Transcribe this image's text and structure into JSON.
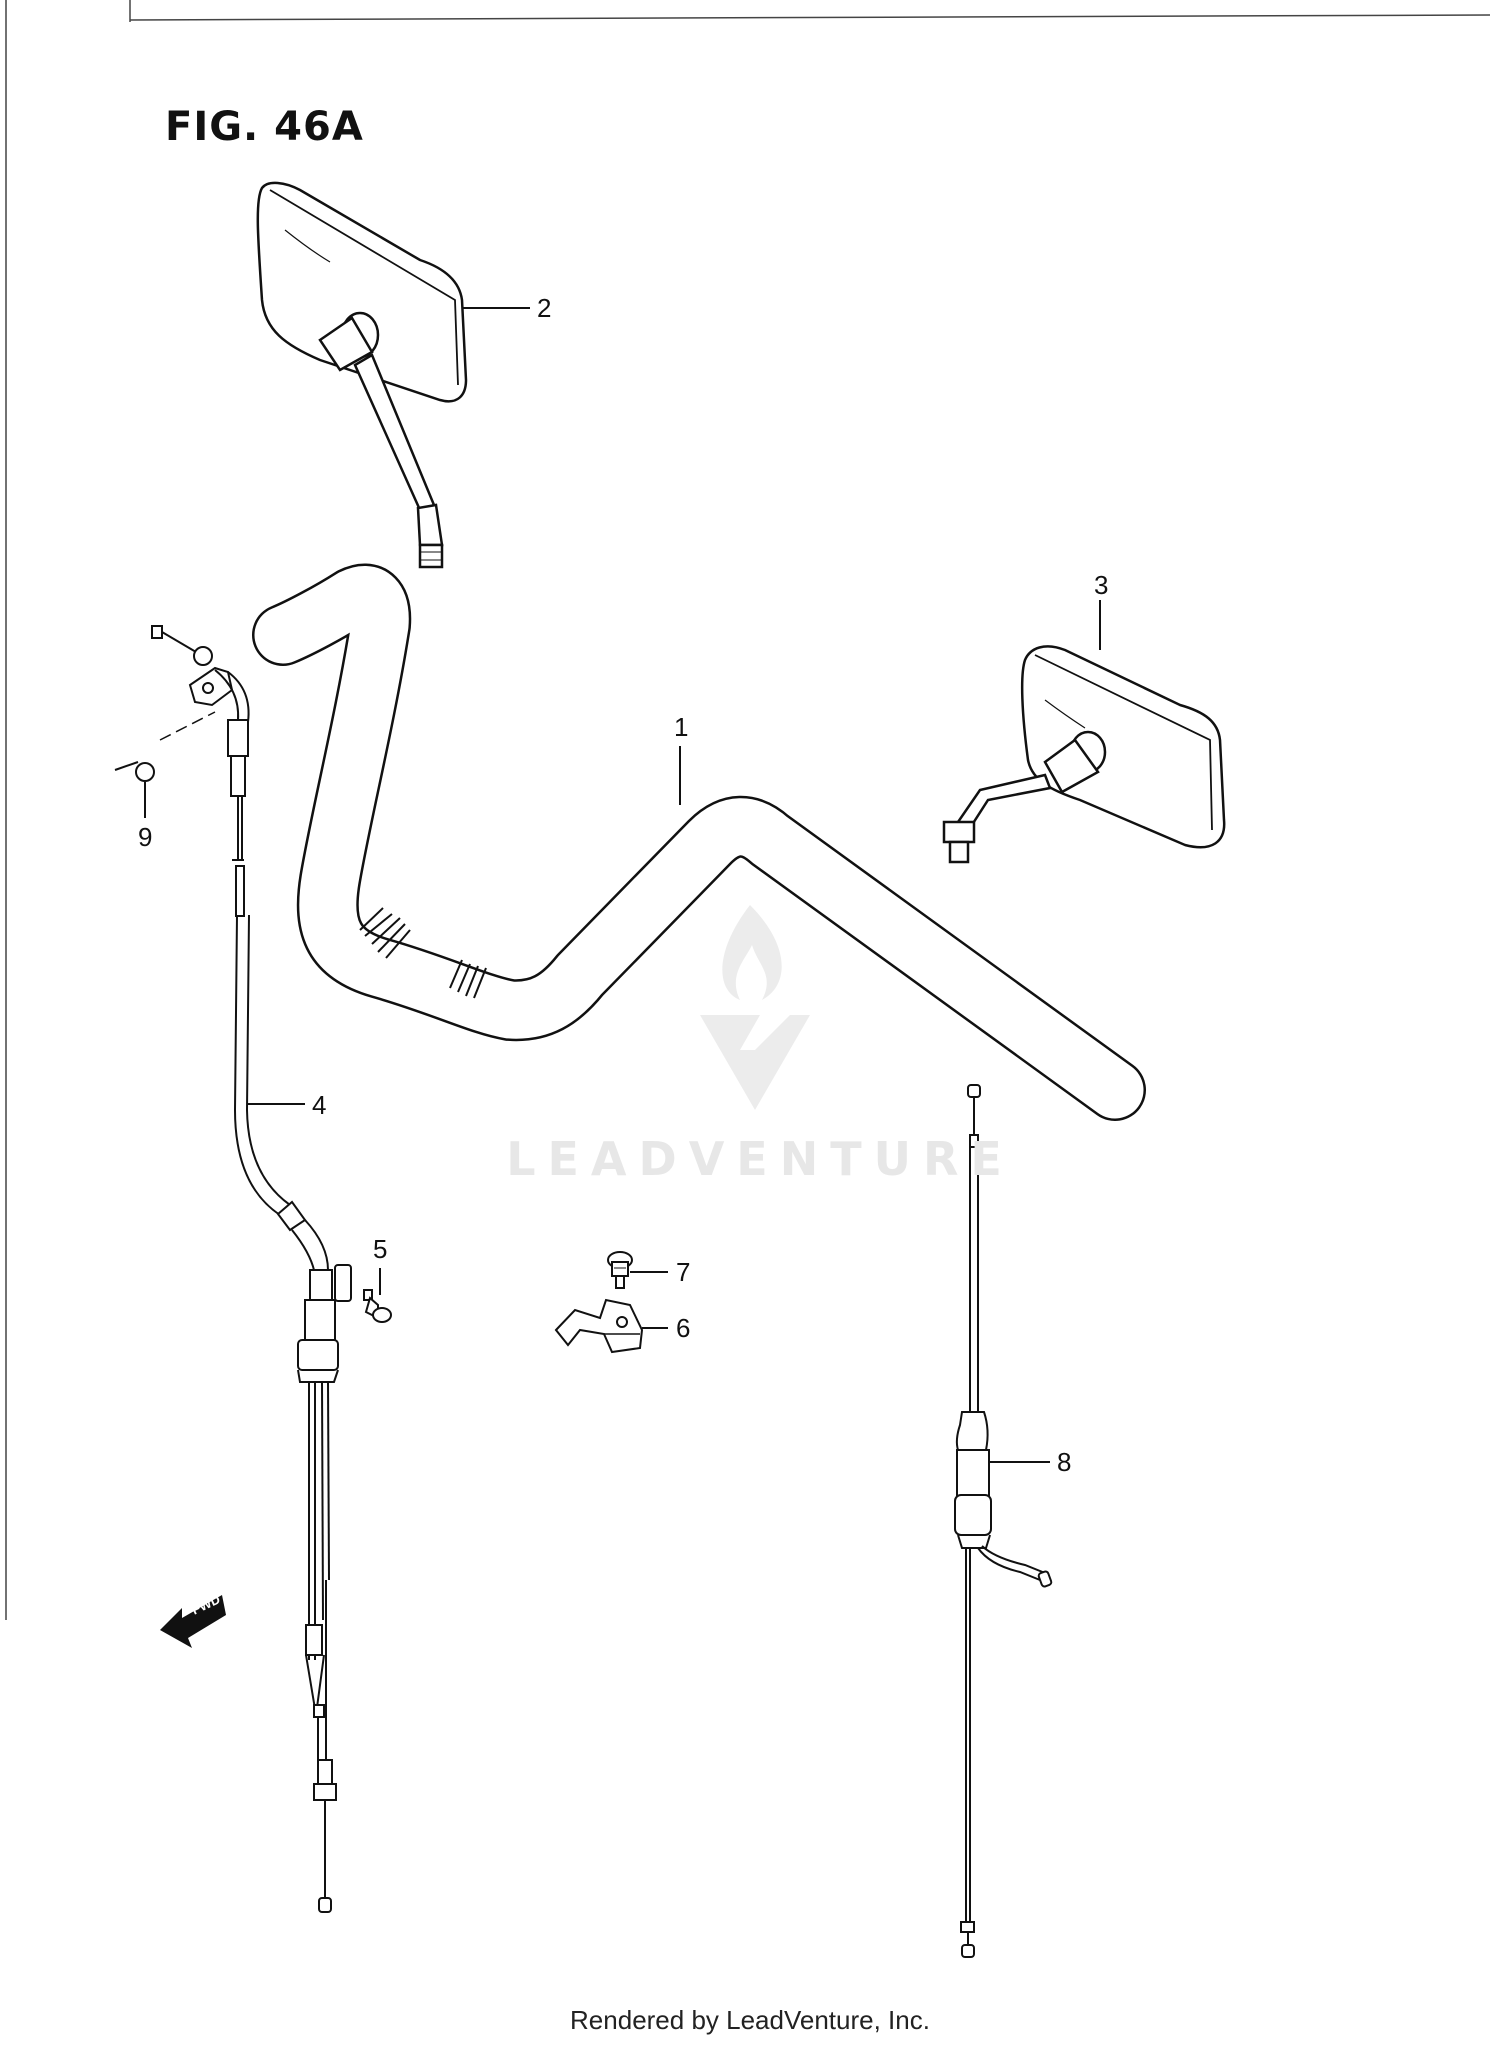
{
  "figure": {
    "title": "FIG. 46A"
  },
  "callouts": [
    {
      "id": "1",
      "part": "handlebar"
    },
    {
      "id": "2",
      "part": "mirror-left"
    },
    {
      "id": "3",
      "part": "mirror-right"
    },
    {
      "id": "4",
      "part": "throttle-cable"
    },
    {
      "id": "5",
      "part": "bolt"
    },
    {
      "id": "6",
      "part": "clamp"
    },
    {
      "id": "7",
      "part": "bolt"
    },
    {
      "id": "8",
      "part": "choke-cable"
    },
    {
      "id": "9",
      "part": "screw"
    }
  ],
  "fwd_marker": "FWD",
  "watermark": "LEADVENTURE",
  "footer": "Rendered by LeadVenture, Inc."
}
